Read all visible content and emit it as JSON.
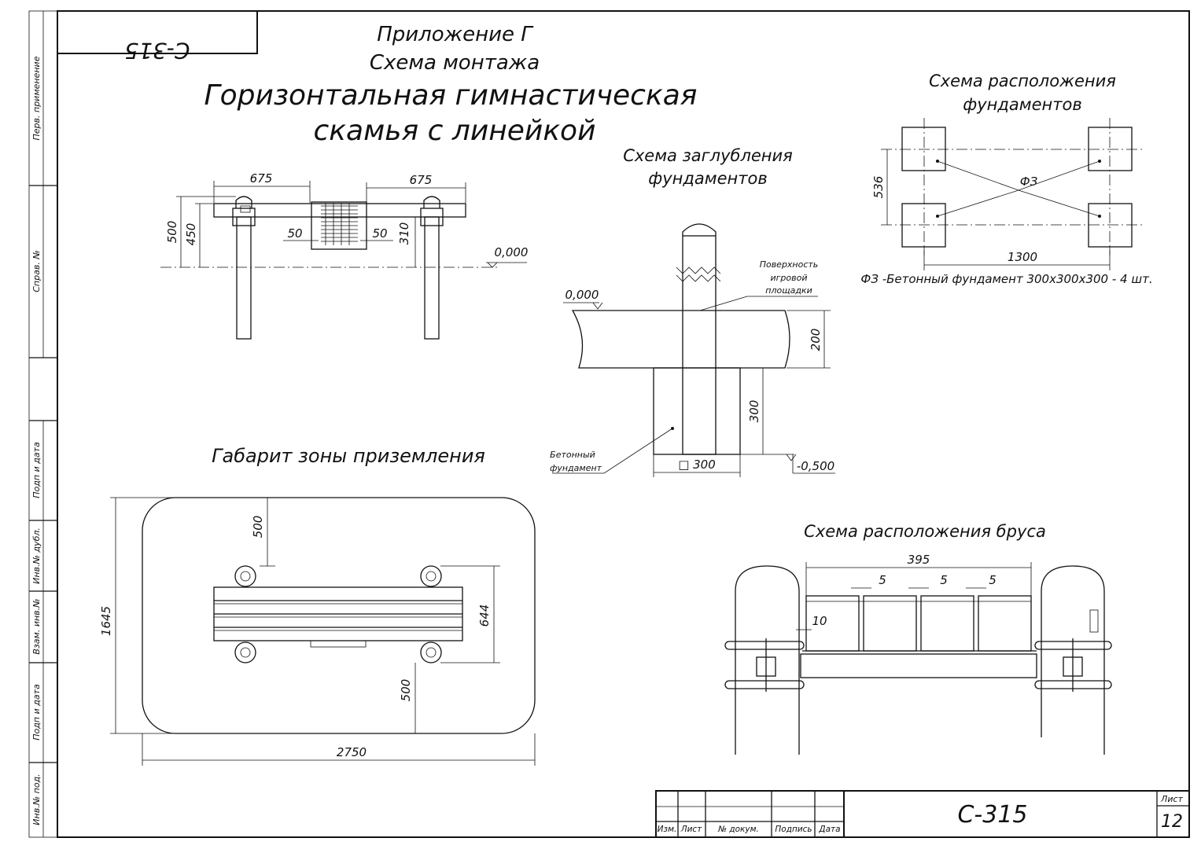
{
  "stamp_mirrored": "С-315",
  "appendix": "Приложение Г",
  "scheme": "Схема монтажа",
  "title_line1": "Горизонтальная гимнастическая",
  "title_line2": "скамья с линейкой",
  "side_stamp": [
    "Перв. применение",
    "Справ. №",
    "Подп и дата",
    "Инв.№ дубл.",
    "Взам. инв.№",
    "Подп и дата",
    "Инв.№ под."
  ],
  "front_view": {
    "d1": "675",
    "d2": "675",
    "h1": "500",
    "h2": "450",
    "h3": "310",
    "w1": "50",
    "w2": "50",
    "level": "0,000"
  },
  "depth": {
    "title1": "Схема заглубления",
    "title2": "фундаментов",
    "surface1": "Поверхность",
    "surface2": "игровой",
    "surface3": "площадки",
    "level_top": "0,000",
    "d200": "200",
    "d300": "300",
    "square300": "□ 300",
    "level_bottom": "-0,500",
    "found1": "Бетонный",
    "found2": "фундамент"
  },
  "foundation": {
    "title1": "Схема расположения",
    "title2": "фундаментов",
    "d536": "536",
    "fz": "ФЗ",
    "d1300": "1300",
    "note": "ФЗ -Бетонный фундамент 300х300х300 - 4 шт."
  },
  "landing": {
    "title": "Габарит зоны приземления",
    "d500a": "500",
    "d1645": "1645",
    "d644": "644",
    "d500b": "500",
    "d2750": "2750"
  },
  "beam": {
    "title": "Схема расположения бруса",
    "d395": "395",
    "d5a": "5",
    "d5b": "5",
    "d5c": "5",
    "d10": "10"
  },
  "title_block": {
    "izm": "Изм.",
    "list": "Лист",
    "doc": "№ докум.",
    "sign": "Подпись",
    "date": "Дата",
    "code": "С-315",
    "sheet_label": "Лист",
    "sheet": "12"
  }
}
